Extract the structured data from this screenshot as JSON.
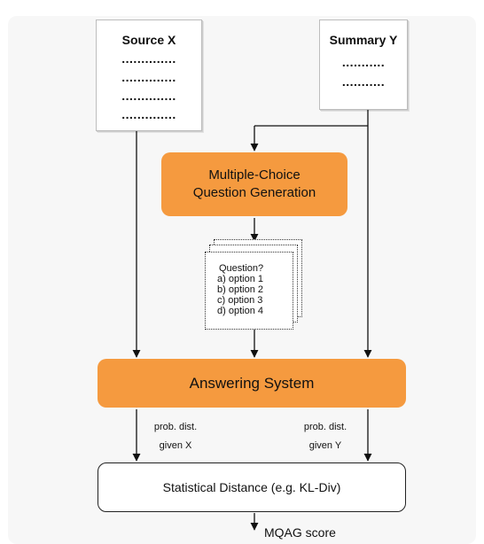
{
  "source_doc": {
    "title": "Source X",
    "lines": [
      "..............",
      "..............",
      "..............",
      ".............."
    ]
  },
  "summary_doc": {
    "title": "Summary Y",
    "lines": [
      "...........",
      "..........."
    ]
  },
  "question_generation": {
    "label_line1": "Multiple-Choice",
    "label_line2": "Question Generation"
  },
  "question_card": {
    "question": "Question?",
    "options": [
      "a) option 1",
      "b) option 2",
      "c) option 3",
      "d) option 4"
    ]
  },
  "answering_system": {
    "label": "Answering System"
  },
  "prob_left": {
    "line1": "prob. dist.",
    "line2": "given X"
  },
  "prob_right": {
    "line1": "prob. dist.",
    "line2": "given Y"
  },
  "statistical_distance": {
    "label": "Statistical Distance (e.g. KL-Div)"
  },
  "output": {
    "label": "MQAG score"
  },
  "colors": {
    "accent": "#f59a3f",
    "panel": "#f7f7f7"
  }
}
